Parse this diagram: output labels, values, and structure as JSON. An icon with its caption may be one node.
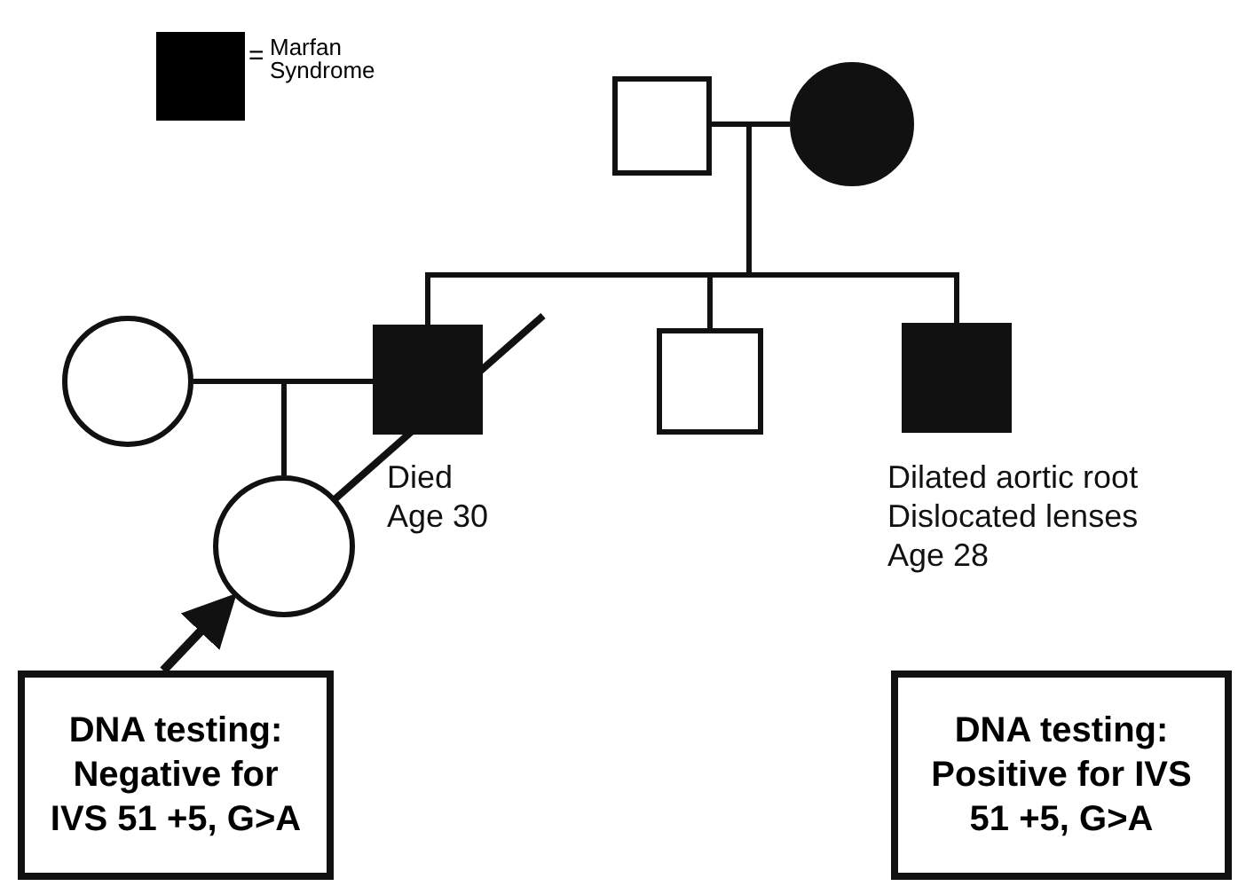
{
  "diagram": {
    "nodes": [
      {
        "text": [],
        "shape": "box"
      },
      {
        "text": [],
        "shape": "circle"
      },
      {
        "text": [],
        "shape": "circle"
      },
      {
        "text": [],
        "shape": "box",
        "beside": [
          "Died Age 30"
        ]
      },
      {
        "text": [],
        "shape": "box"
      },
      {
        "text": [],
        "shape": "box",
        "beside": [
          "Dilated aortic root Dislocated lenses Age 28"
        ]
      },
      {
        "text": [],
        "shape": "circle"
      },
      {
        "text": [
          "DNA testing: Negative for IVS 51 +5, G>A"
        ]
      },
      {
        "text": [
          "DNA testing: Positive for IVS 51 +5, G>A"
        ]
      }
    ],
    "edges": [
      {
        "from": 0,
        "to": 1,
        "arrow": "none"
      },
      {
        "from": 0,
        "to": 3,
        "arrow": "none"
      },
      {
        "from": 0,
        "to": 4,
        "arrow": "none"
      },
      {
        "from": 0,
        "to": 5,
        "arrow": "none"
      },
      {
        "from": 1,
        "to": 3,
        "arrow": "none"
      },
      {
        "from": 1,
        "to": 4,
        "arrow": "none"
      },
      {
        "from": 1,
        "to": 5,
        "arrow": "none"
      },
      {
        "from": 2,
        "to": 3,
        "arrow": "none"
      },
      {
        "from": 2,
        "to": 6,
        "arrow": "none"
      },
      {
        "from": 3,
        "to": 6,
        "arrow": "none"
      },
      {
        "from": 7,
        "to": 6,
        "arrow": "to"
      }
    ],
    "labels": [
      "="
    ],
    "legend": [
      {
        "text": "Marfan Syndrome",
        "color": "#000000"
      }
    ]
  }
}
